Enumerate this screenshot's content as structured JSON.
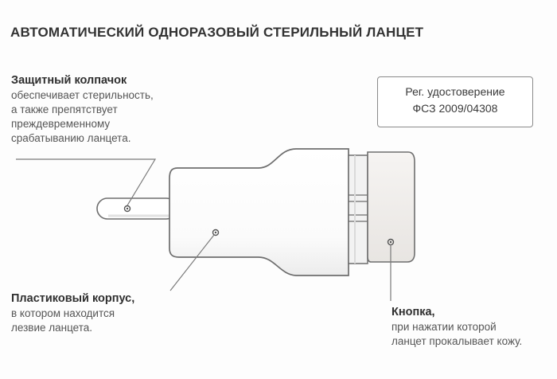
{
  "title": "АВТОМАТИЧЕСКИЙ ОДНОРАЗОВЫЙ СТЕРИЛЬНЫЙ ЛАНЦЕТ",
  "registration": {
    "line1": "Рег. удостоверение",
    "line2": "ФСЗ 2009/04308"
  },
  "labels": {
    "cap": {
      "title": "Защитный колпачок",
      "lines": [
        "обеспечивает стерильность,",
        "а также препятствует",
        "преждевременному",
        "срабатыванию ланцета."
      ]
    },
    "body": {
      "title": "Пластиковый корпус,",
      "lines": [
        "в котором находится",
        "лезвие ланцета."
      ]
    },
    "button": {
      "title": "Кнопка,",
      "lines": [
        "при нажатии которой",
        "ланцет прокалывает кожу."
      ]
    }
  },
  "colors": {
    "outline": "#6e6e6e",
    "body_fill": "#ffffff",
    "shadow": "#e6e6e6",
    "button_fill": "#f7f5f3",
    "leader": "#7a7a7a"
  }
}
